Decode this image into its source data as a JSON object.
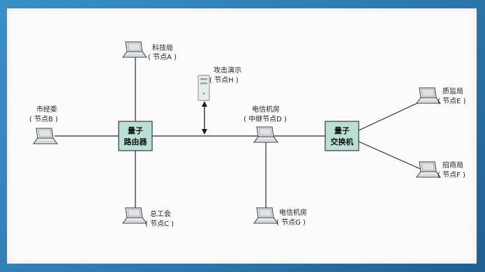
{
  "diagram": {
    "router": {
      "line1": "量子",
      "line2": "路由器"
    },
    "switch": {
      "line1": "量子",
      "line2": "交换机"
    },
    "nodes": {
      "a": {
        "name": "科技局",
        "tag": "( 节点A )"
      },
      "b": {
        "name": "市经委",
        "tag": "( 节点B )"
      },
      "c": {
        "name": "总工会",
        "tag": "( 节点C )"
      },
      "d": {
        "name": "电信机房",
        "tag": "( 中继节点D )"
      },
      "e": {
        "name": "质监局",
        "tag": "( 节点E )"
      },
      "f": {
        "name": "招商局",
        "tag": "( 节点F )"
      },
      "g": {
        "name": "电信机房",
        "tag": "( 节点G )"
      },
      "h": {
        "name": "攻击演示",
        "tag": "( 节点H )"
      }
    }
  },
  "colors": {
    "frame": "#2f7fb0",
    "box_fill": "#b9e0d6",
    "line": "#2a2a2a"
  },
  "icons": [
    "laptop-icon",
    "server-icon",
    "double-arrow-icon"
  ]
}
